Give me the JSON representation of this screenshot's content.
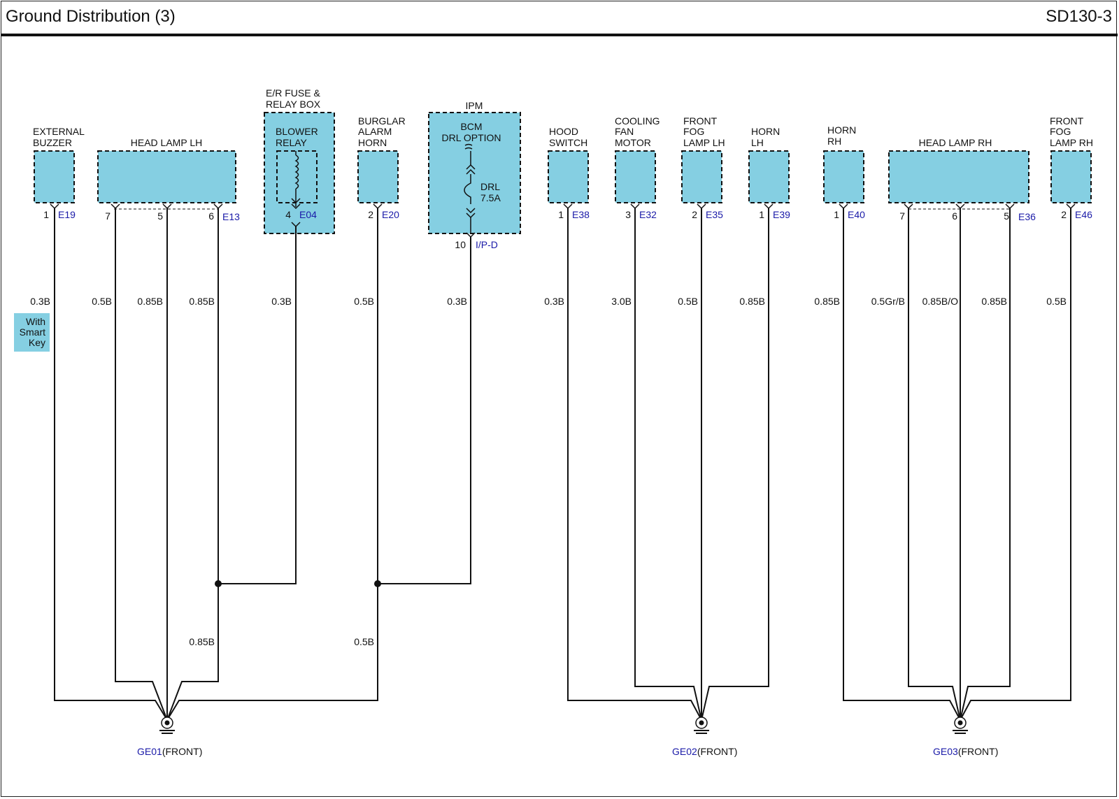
{
  "header": {
    "title": "Ground Distribution (3)",
    "code": "SD130-3"
  },
  "colors": {
    "component_fill": "#85cfe2",
    "connector_text": "#1a1aa8",
    "line": "#111111"
  },
  "components": [
    {
      "id": "external-buzzer",
      "label": [
        "EXTERNAL",
        "BUZZER"
      ]
    },
    {
      "id": "head-lamp-lh",
      "label": [
        "HEAD LAMP LH"
      ]
    },
    {
      "id": "er-fuse-relay-box",
      "label": [
        "E/R FUSE &",
        "RELAY BOX"
      ],
      "inner_label": [
        "BLOWER",
        "RELAY"
      ]
    },
    {
      "id": "burglar-alarm-horn",
      "label": [
        "BURGLAR",
        "ALARM",
        "HORN"
      ]
    },
    {
      "id": "ipm",
      "label": [
        "IPM"
      ],
      "inner_label": [
        "BCM",
        "DRL OPTION"
      ],
      "fuse_label": [
        "DRL",
        "7.5A"
      ]
    },
    {
      "id": "hood-switch",
      "label": [
        "HOOD",
        "SWITCH"
      ]
    },
    {
      "id": "cooling-fan-motor",
      "label": [
        "COOLING",
        "FAN",
        "MOTOR"
      ]
    },
    {
      "id": "front-fog-lamp-lh",
      "label": [
        "FRONT",
        "FOG",
        "LAMP LH"
      ]
    },
    {
      "id": "horn-lh",
      "label": [
        "HORN",
        "LH"
      ]
    },
    {
      "id": "horn-rh",
      "label": [
        "HORN",
        "RH"
      ]
    },
    {
      "id": "head-lamp-rh",
      "label": [
        "HEAD LAMP RH"
      ]
    },
    {
      "id": "front-fog-lamp-rh",
      "label": [
        "FRONT",
        "FOG",
        "LAMP RH"
      ]
    }
  ],
  "connectors": [
    "E19",
    "E13",
    "E04",
    "E20",
    "I/P-D",
    "E38",
    "E32",
    "E35",
    "E39",
    "E40",
    "E36",
    "E46"
  ],
  "pins": [
    "1",
    "7",
    "5",
    "6",
    "4",
    "2",
    "10",
    "1",
    "3",
    "2",
    "1",
    "1",
    "7",
    "6",
    "5",
    "2"
  ],
  "wires": [
    "0.3B",
    "0.5B",
    "0.85B",
    "0.85B",
    "0.3B",
    "0.5B",
    "0.3B",
    "0.3B",
    "3.0B",
    "0.5B",
    "0.85B",
    "0.85B",
    "0.5Gr/B",
    "0.85B/O",
    "0.85B",
    "0.5B"
  ],
  "wires_lower": [
    "0.85B",
    "0.5B"
  ],
  "option_note": [
    "With",
    "Smart",
    "Key"
  ],
  "grounds": [
    {
      "id": "GE01",
      "location": "(FRONT)"
    },
    {
      "id": "GE02",
      "location": "(FRONT)"
    },
    {
      "id": "GE03",
      "location": "(FRONT)"
    }
  ]
}
